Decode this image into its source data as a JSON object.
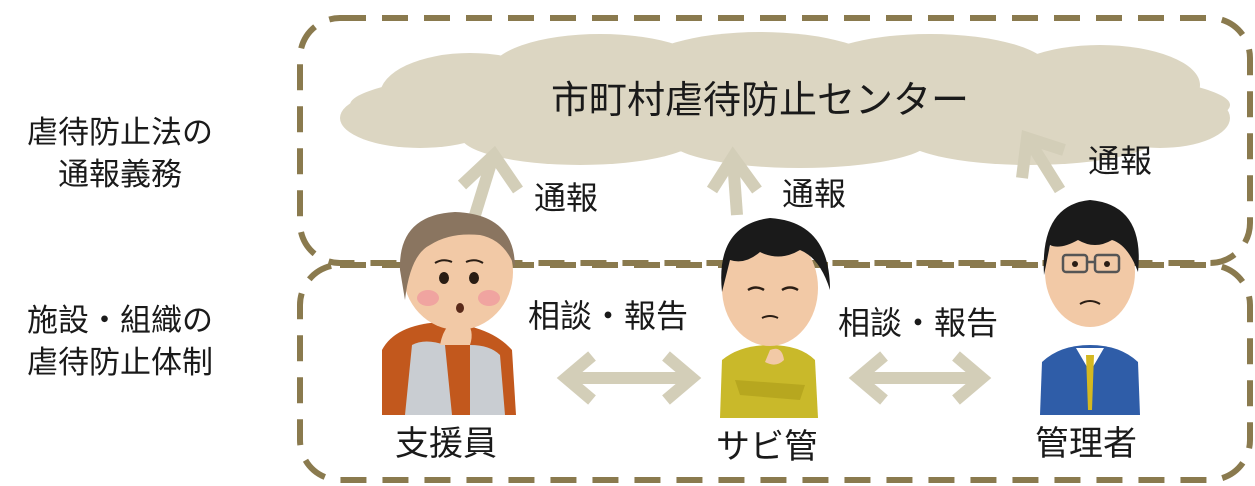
{
  "left_labels": {
    "law_line1": "虐待防止法の",
    "law_line2": "通報義務",
    "org_line1": "施設・組織の",
    "org_line2": "虐待防止体制"
  },
  "center": {
    "title": "市町村虐待防止センター"
  },
  "arrows": {
    "report_1": "通報",
    "report_2": "通報",
    "report_3": "通報",
    "consult_1": "相談・報告",
    "consult_2": "相談・報告"
  },
  "people": {
    "staff": "支援員",
    "manager_service": "サビ管",
    "admin": "管理者"
  },
  "colors": {
    "frame": "#8a7a4e",
    "cloud": "#dcd6c2",
    "arrow": "#d3ceb8"
  }
}
